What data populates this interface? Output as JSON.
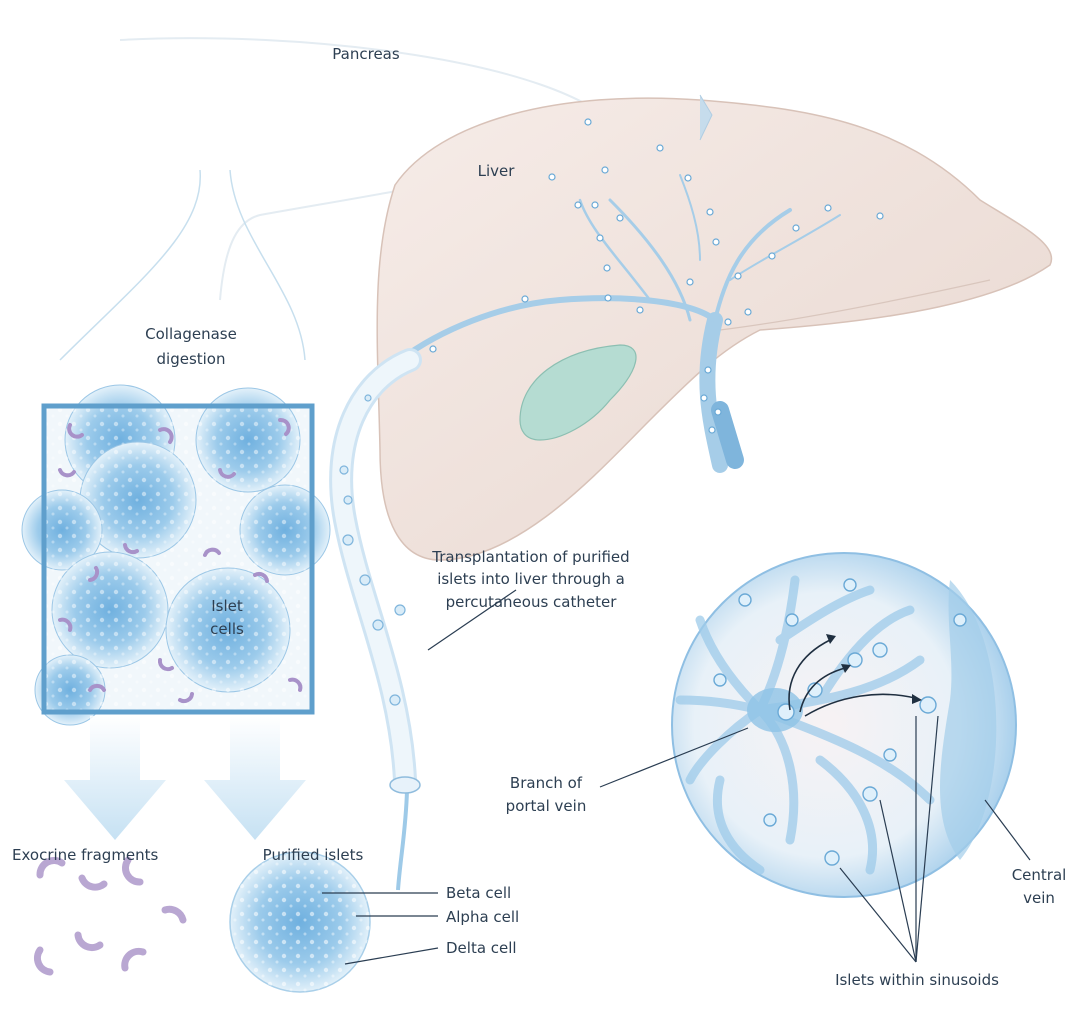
{
  "labels": {
    "pancreas": "Pancreas",
    "liver": "Liver",
    "collagenase_line1": "Collagenase",
    "collagenase_line2": "digestion",
    "islet_cells_line1": "Islet",
    "islet_cells_line2": "cells",
    "transplant_line1": "Transplantation of purified",
    "transplant_line2": "islets into liver through a",
    "transplant_line3": "percutaneous catheter",
    "portal_line1": "Branch of",
    "portal_line2": "portal vein",
    "central_line1": "Central",
    "central_line2": "vein",
    "exocrine": "Exocrine fragments",
    "purified": "Purified islets",
    "beta": "Beta cell",
    "alpha": "Alpha cell",
    "delta": "Delta cell",
    "sinusoids": "Islets within sinusoids"
  },
  "colors": {
    "islet_blue": "#8fc3e6",
    "liver_tan": "#efe2dc",
    "gallbladder_green": "#b5dcd2",
    "fragment_purple": "#b9a7d2",
    "frame_blue": "#5f9fcc"
  }
}
